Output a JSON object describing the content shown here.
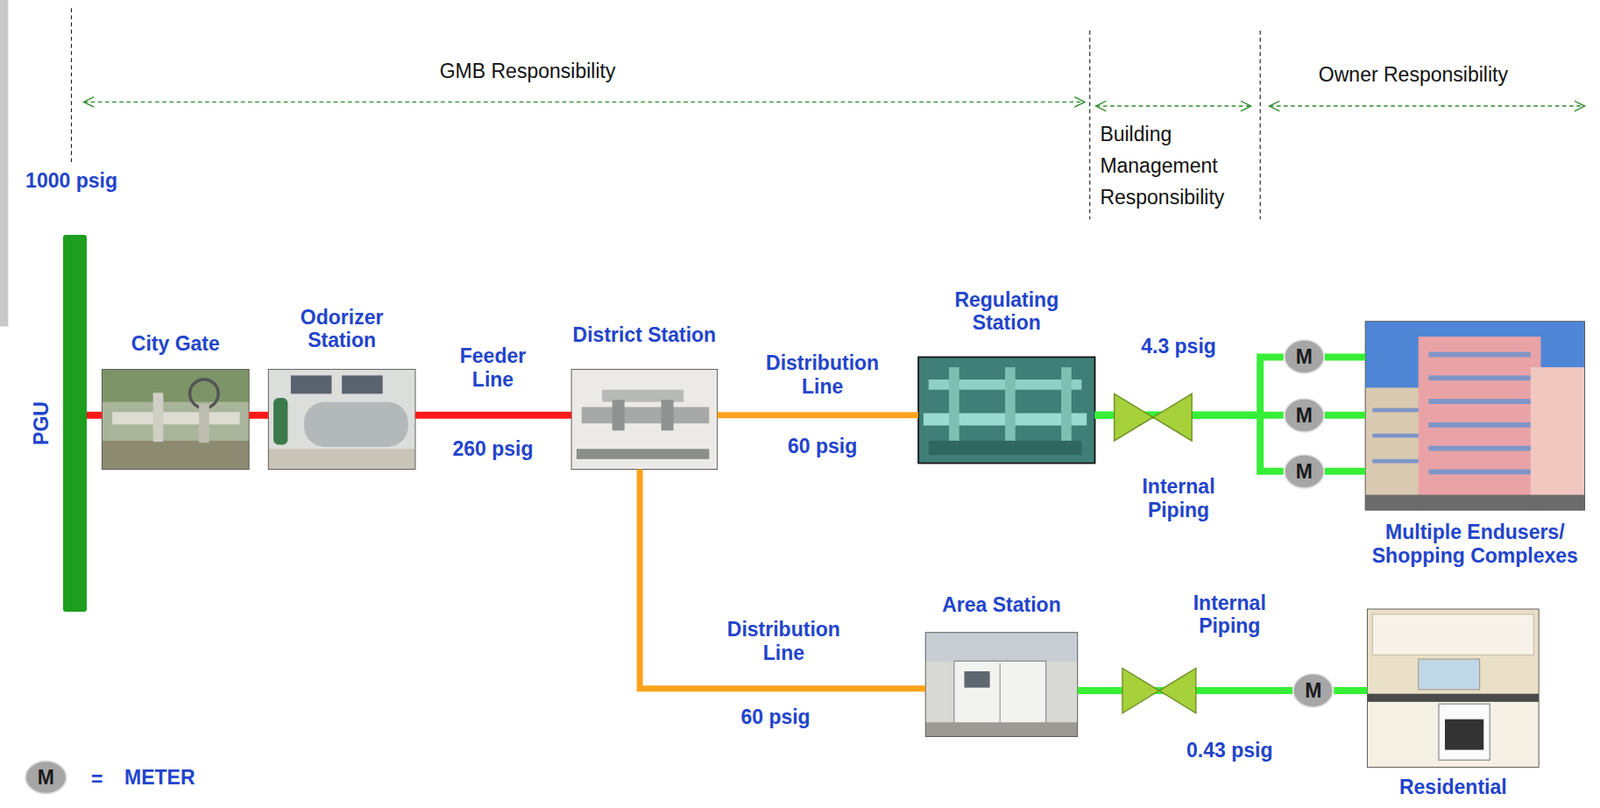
{
  "diagram": {
    "nodes": [
      {
        "text": [
          "PGU"
        ]
      },
      {
        "text": [
          "City Gate"
        ]
      },
      {
        "text": [
          "Odorizer Station"
        ]
      },
      {
        "text": [
          "District Station"
        ]
      },
      {
        "text": [
          "Regulating Station"
        ]
      },
      {
        "text": [
          "M"
        ]
      },
      {
        "text": [
          "M"
        ]
      },
      {
        "text": [
          "M"
        ]
      },
      {
        "text": [
          "Multiple Endusers/ Shopping Complexes"
        ]
      },
      {
        "text": [
          "Area Station"
        ]
      },
      {
        "text": [
          "M"
        ]
      },
      {
        "text": [
          "Residential"
        ]
      }
    ],
    "edges": [
      {
        "from": 0,
        "to": 1,
        "arrow": "none"
      },
      {
        "from": 1,
        "to": 2,
        "arrow": "none"
      },
      {
        "from": 2,
        "to": 3,
        "label": "Feeder Line",
        "arrow": "none"
      },
      {
        "from": 3,
        "to": 4,
        "label": "Distribution Line",
        "arrow": "none"
      },
      {
        "from": 3,
        "to": 9,
        "label": "Distribution Line",
        "arrow": "none"
      },
      {
        "from": 4,
        "to": 5,
        "arrow": "none"
      },
      {
        "from": 4,
        "to": 6,
        "arrow": "none"
      },
      {
        "from": 4,
        "to": 7,
        "arrow": "none"
      },
      {
        "from": 5,
        "to": 8,
        "arrow": "none"
      },
      {
        "from": 6,
        "to": 8,
        "arrow": "none"
      },
      {
        "from": 7,
        "to": 8,
        "arrow": "none"
      },
      {
        "from": 9,
        "to": 10,
        "arrow": "none"
      },
      {
        "from": 10,
        "to": 11,
        "arrow": "none"
      }
    ],
    "labels": [
      "GMB Responsibility",
      "Building Management Responsibility",
      "Owner Responsibility",
      "1000 psig",
      "260 psig",
      "60 psig",
      "4.3 psig",
      "Internal Piping",
      "Internal Piping",
      "60 psig",
      "0.43 psig",
      "M",
      "="
    ],
    "legend": [
      {
        "text": "METER"
      }
    ]
  }
}
